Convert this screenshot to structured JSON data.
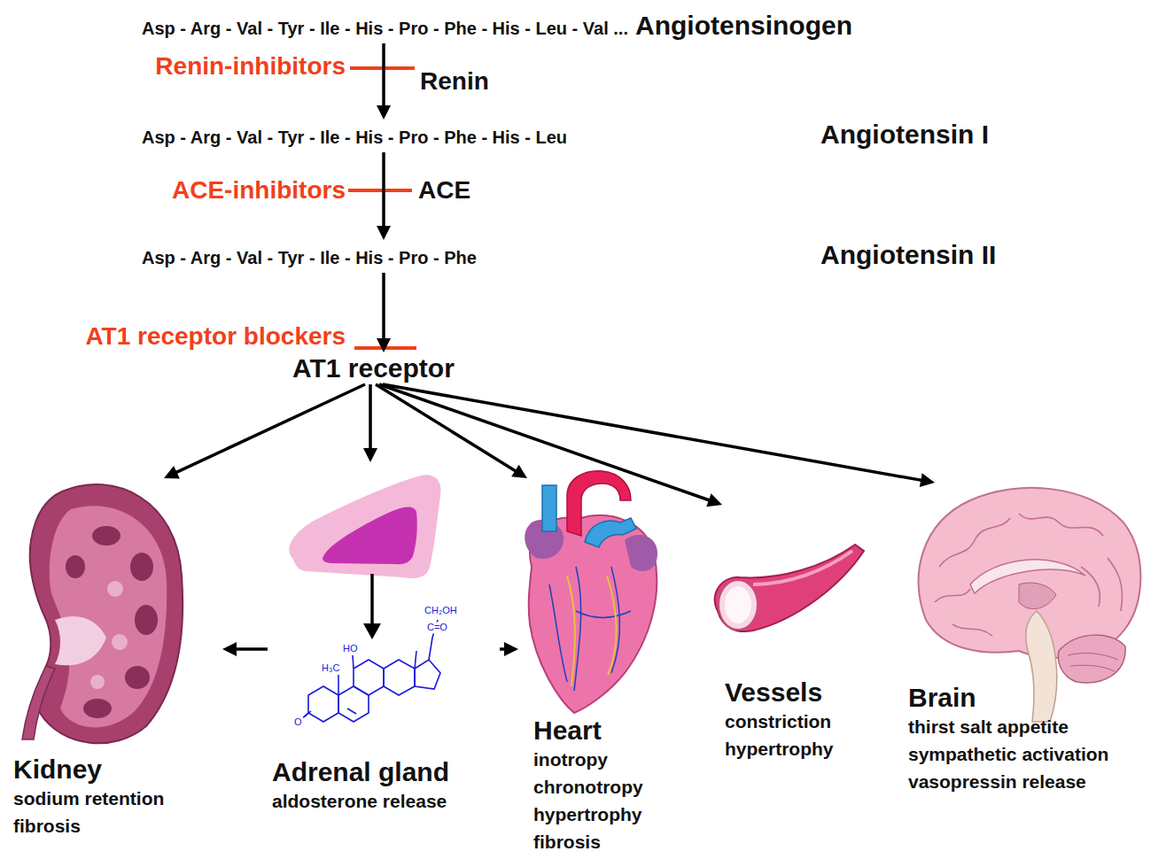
{
  "diagram": {
    "nodes": [
      {
        "text": [
          "Asp - Arg - Val - Tyr - Ile - His - Pro - Phe - His - Leu - Val ...",
          "Angiotensinogen"
        ]
      },
      {
        "text": [
          "Asp - Arg - Val - Tyr - Ile - His - Pro - Phe - His - Leu",
          "Angiotensin I"
        ]
      },
      {
        "text": [
          "Asp - Arg - Val - Tyr - Ile - His - Pro - Phe",
          "Angiotensin II"
        ]
      },
      {
        "text": [
          "AT1 receptor"
        ]
      },
      {
        "text": [
          "Kidney",
          "sodium retention fibrosis"
        ]
      },
      {
        "text": [
          "Adrenal gland",
          "aldosterone release"
        ]
      },
      {
        "text": [
          "Heart",
          "inotropy chronotropy hypertrophy fibrosis"
        ]
      },
      {
        "text": [
          "Vessels",
          "constriction hypertrophy"
        ]
      },
      {
        "text": [
          "Brain",
          "thirst salt appetite sympathetic activation vasopressin release"
        ]
      }
    ],
    "edges": [
      {
        "from": 0,
        "to": 1,
        "arrow": "to",
        "label": "Renin"
      },
      {
        "from": 1,
        "to": 2,
        "arrow": "to",
        "label": "ACE"
      },
      {
        "from": 2,
        "to": 3,
        "arrow": "to"
      },
      {
        "from": 3,
        "to": 4,
        "arrow": "to"
      },
      {
        "from": 3,
        "to": 5,
        "arrow": "to"
      },
      {
        "from": 3,
        "to": 6,
        "arrow": "to"
      },
      {
        "from": 3,
        "to": 7,
        "arrow": "to"
      },
      {
        "from": 3,
        "to": 8,
        "arrow": "to"
      },
      {
        "from": 5,
        "to": 4,
        "arrow": "to"
      },
      {
        "from": 5,
        "to": 6,
        "arrow": "to"
      }
    ],
    "labels": [
      "Renin-inhibitors",
      "ACE-inhibitors",
      "AT1 receptor blockers",
      "CH₂OH",
      "C=O",
      "HO",
      "H₃C",
      "O"
    ]
  }
}
